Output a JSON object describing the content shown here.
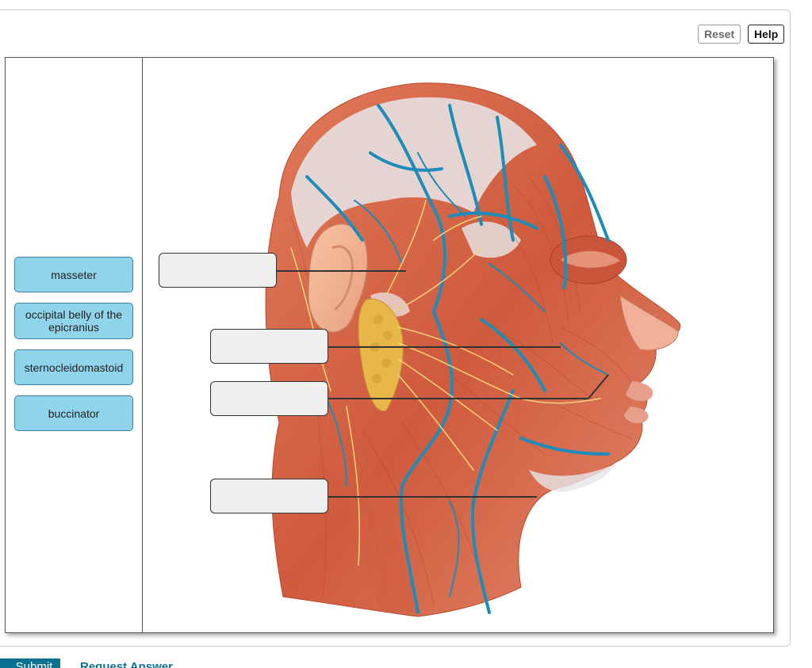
{
  "toolbar": {
    "reset_label": "Reset",
    "help_label": "Help"
  },
  "labels": [
    {
      "text": "masseter"
    },
    {
      "text": "occipital belly of the epicranius"
    },
    {
      "text": "sternocleidomastoid"
    },
    {
      "text": "buccinator"
    }
  ],
  "footer": {
    "submit_label": "Submit",
    "request_label": "Request Answer"
  },
  "colors": {
    "chip_fill": "#8fd4ea",
    "muscle": "#d9694a",
    "vein": "#1e8cb8",
    "accent": "#0a7290"
  }
}
